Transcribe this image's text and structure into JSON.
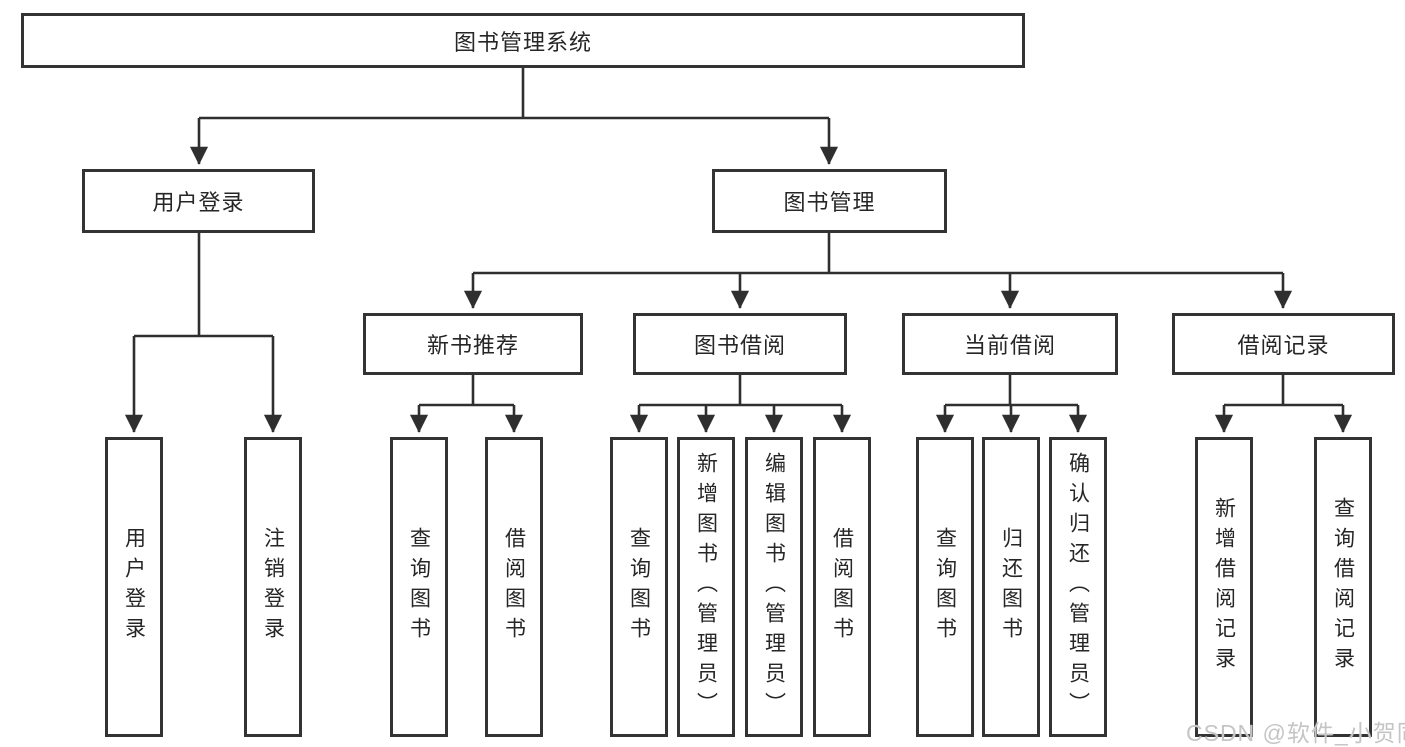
{
  "diagram": {
    "root": {
      "label": "图书管理系统",
      "children": [
        {
          "label": "用户登录",
          "children": [
            {
              "label": "用户登录"
            },
            {
              "label": "注销登录"
            }
          ]
        },
        {
          "label": "图书管理",
          "children": [
            {
              "label": "新书推荐",
              "children": [
                {
                  "label": "查询图书"
                },
                {
                  "label": "借阅图书"
                }
              ]
            },
            {
              "label": "图书借阅",
              "children": [
                {
                  "label": "查询图书"
                },
                {
                  "label": "新增图书（管理员）"
                },
                {
                  "label": "编辑图书（管理员）"
                },
                {
                  "label": "借阅图书"
                }
              ]
            },
            {
              "label": "当前借阅",
              "children": [
                {
                  "label": "查询图书"
                },
                {
                  "label": "归还图书"
                },
                {
                  "label": "确认归还（管理员）"
                }
              ]
            },
            {
              "label": "借阅记录",
              "children": [
                {
                  "label": "新增借阅记录"
                },
                {
                  "label": "查询借阅记录"
                }
              ]
            }
          ]
        }
      ]
    }
  },
  "watermark": {
    "text": "CSDN @软件_小贺同学"
  },
  "colors": {
    "line": "#2f2f2f",
    "box_border": "#333333",
    "text": "#262626",
    "background": "#ffffff",
    "watermark": "#c5c5c5"
  }
}
